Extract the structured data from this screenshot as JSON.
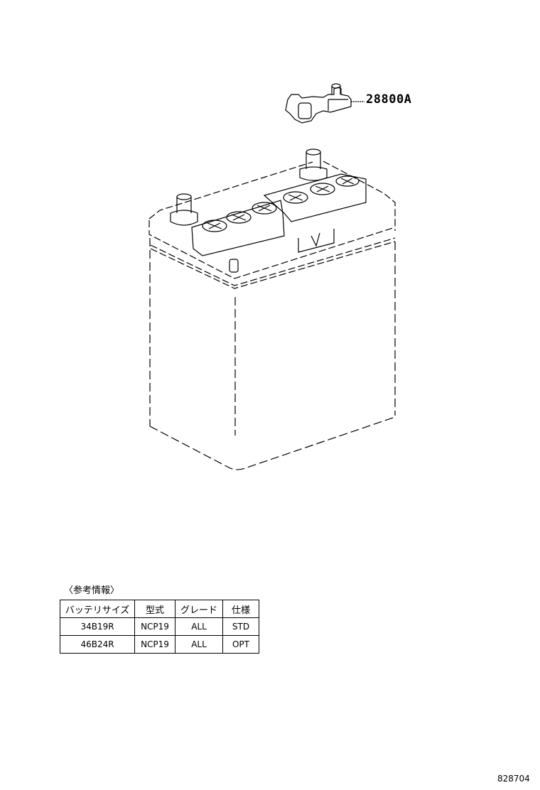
{
  "diagram": {
    "type": "parts-diagram",
    "subject": "battery",
    "callouts": [
      {
        "label": "28800A",
        "target": "battery terminal clamp"
      }
    ],
    "diagram_id": "828704"
  },
  "reference": {
    "title": "〈参考情報〉",
    "table": {
      "headers": [
        "バッテリサイズ",
        "型式",
        "グレード",
        "仕様"
      ],
      "rows": [
        [
          "34B19R",
          "NCP19",
          "ALL",
          "STD"
        ],
        [
          "46B24R",
          "NCP19",
          "ALL",
          "OPT"
        ]
      ]
    }
  },
  "colors": {
    "line": "#000000",
    "background": "#ffffff"
  }
}
